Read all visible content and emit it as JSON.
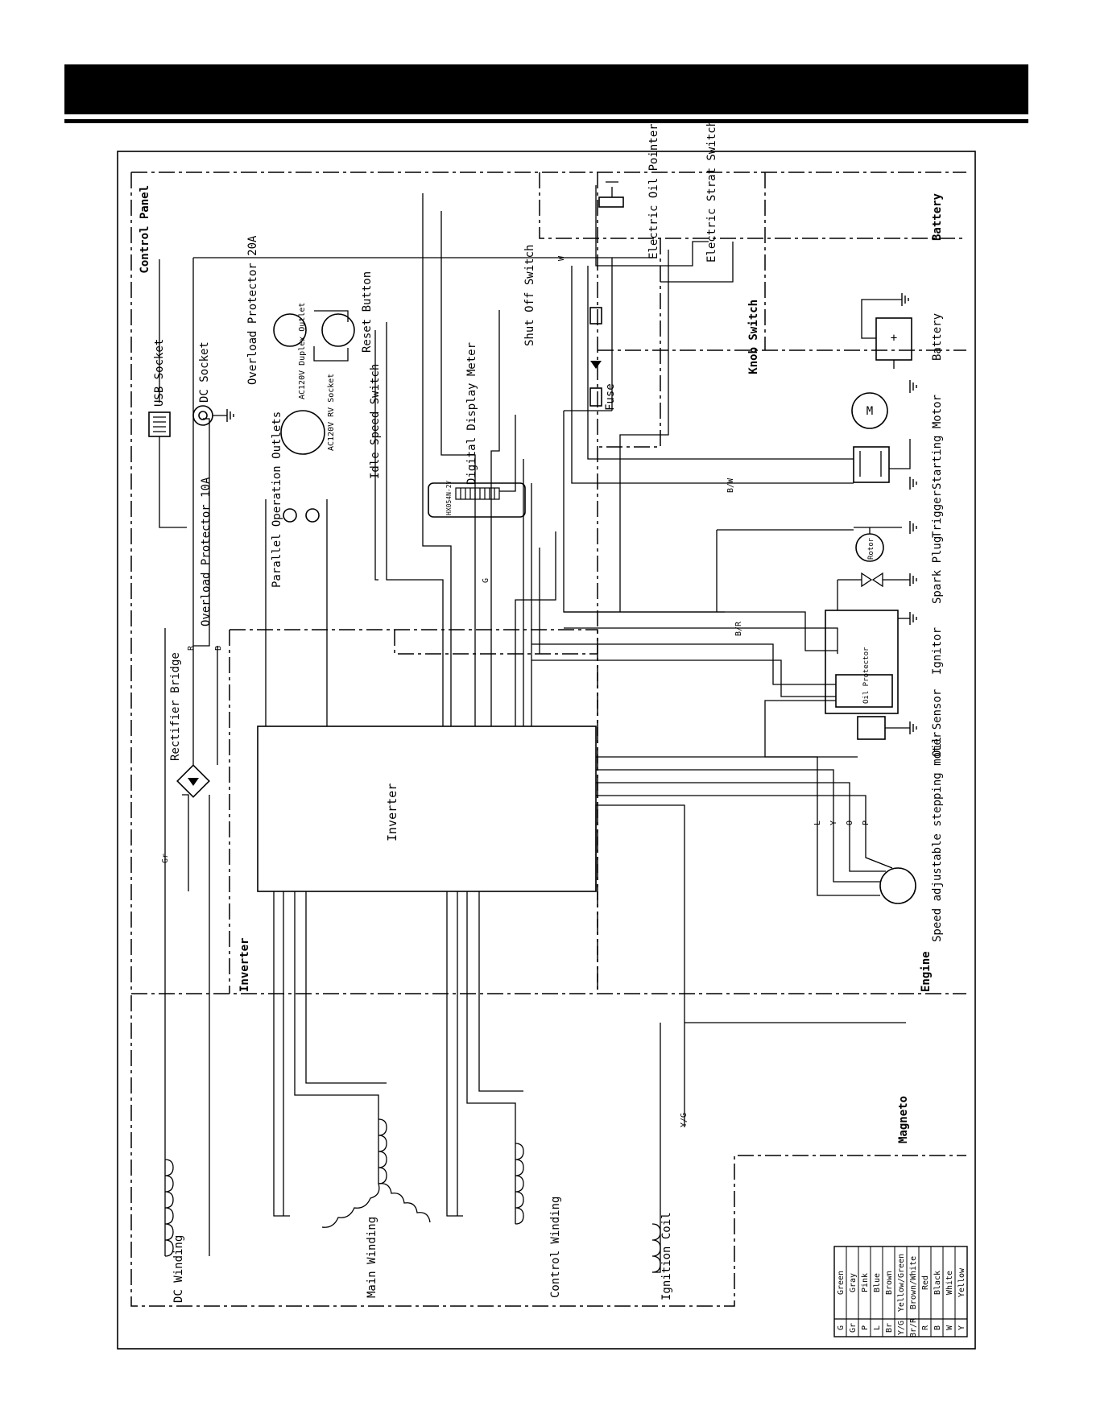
{
  "page": {
    "header_title": ""
  },
  "diagram": {
    "sections": {
      "control_panel": "Control Panel",
      "battery_section": "Battery",
      "knob_switch": "Knob Switch",
      "inverter_section": "Inverter",
      "engine": "Engine",
      "magneto": "Magneto"
    },
    "components": {
      "inverter": "Inverter",
      "rectifier_bridge": "Rectifier Bridge",
      "overload_protector_10a": "Overload Protector 10A",
      "usb_socket": "USB Socket",
      "dc_socket": "DC Socket",
      "overload_protector_20a": "Overload Protector 20A",
      "ac120v_duplex": "AC120V Duplex Outlet",
      "ac120v_rv": "AC120V RV Socket",
      "reset_button": "Reset Button",
      "idle_speed_switch": "Idle Speed Switch",
      "parallel_outlets": "Parallel Operation Outlets",
      "digital_display_meter": "Digital Display Meter",
      "meter_model": "HX054N-2Y",
      "shut_off_switch": "Shut Off Switch",
      "electric_oil_pointer": "Electric Oil Pointer",
      "electric_start_switch": "Electric Strat Switch",
      "fuse": "Fuse",
      "battery": "Battery",
      "starting_motor": "Starting Motor",
      "motor_symbol": "M",
      "trigger": "Trigger",
      "rotor": "Rotor",
      "spark_plug": "Spark Plug",
      "ignitor": "Ignitor",
      "oil_protector": "Oil Protector",
      "oil_sensor": "Oil Sensor",
      "stepping_motor": "Speed adjustable stepping moter",
      "dc_winding": "DC Winding",
      "main_winding": "Main Winding",
      "control_winding": "Control Winding",
      "ignition_coil": "Ignition Coil"
    },
    "wire_labels": {
      "gr": "Gr",
      "r": "R",
      "b": "B",
      "l": "L",
      "y": "Y",
      "w": "W",
      "o": "O",
      "p": "P",
      "g": "G",
      "bw": "B/W",
      "br": "B/R",
      "yg": "Y/G"
    },
    "color_legend": [
      {
        "code": "G",
        "color": "Green"
      },
      {
        "code": "Gr",
        "color": "Gray"
      },
      {
        "code": "P",
        "color": "Pink"
      },
      {
        "code": "L",
        "color": "Blue"
      },
      {
        "code": "Br",
        "color": "Brown"
      },
      {
        "code": "Y/G",
        "color": "Yellow/Green"
      },
      {
        "code": "Br/R",
        "color": "Brown/White"
      },
      {
        "code": "R",
        "color": "Red"
      },
      {
        "code": "B",
        "color": "Black"
      },
      {
        "code": "W",
        "color": "White"
      },
      {
        "code": "Y",
        "color": "Yellow"
      }
    ]
  }
}
